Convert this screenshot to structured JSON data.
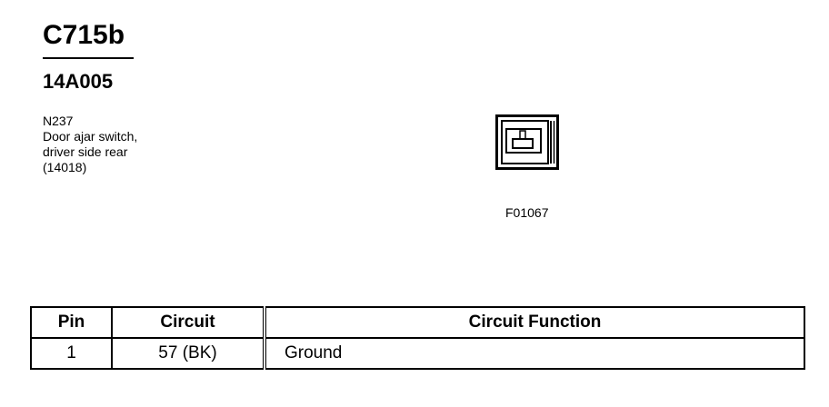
{
  "header": {
    "connector_id": "C715b",
    "part_number": "14A005"
  },
  "description": {
    "lines": [
      "N237",
      "Door ajar switch,",
      "driver side rear",
      "(14018)"
    ]
  },
  "figure": {
    "code": "F01067"
  },
  "pin_table": {
    "headers": {
      "pin": "Pin",
      "circuit": "Circuit",
      "function": "Circuit Function"
    },
    "rows": [
      {
        "pin": "1",
        "circuit": "57 (BK)",
        "function": "Ground"
      }
    ]
  }
}
